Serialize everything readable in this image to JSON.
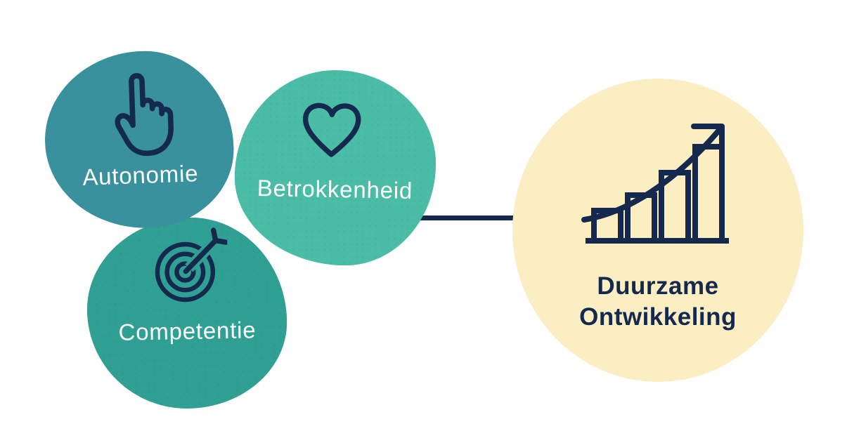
{
  "diagram": {
    "nodes": {
      "autonomie": {
        "label": "Autonomie",
        "icon": "tap-hand-icon",
        "fill_color": "#3A919E",
        "text_color": "#FFFFFF"
      },
      "betrokkenheid": {
        "label": "Betrokkenheid",
        "icon": "heart-icon",
        "fill_color": "#4BBCA6",
        "text_color": "#FFFFFF"
      },
      "competentie": {
        "label": "Competentie",
        "icon": "target-dart-icon",
        "fill_color": "#2FA093",
        "text_color": "#FFFFFF"
      },
      "duurzame_ontwikkeling": {
        "label": "Duurzame Ontwikkeling",
        "icon": "growth-chart-arrow-icon",
        "fill_color": "#FBEEC2",
        "text_color": "#14294D"
      }
    },
    "connector": {
      "from": "betrokkenheid",
      "to": "duurzame_ontwikkeling",
      "color": "#14294D"
    },
    "colors": {
      "background": "#FFFFFF",
      "stroke_navy": "#14294D"
    }
  }
}
